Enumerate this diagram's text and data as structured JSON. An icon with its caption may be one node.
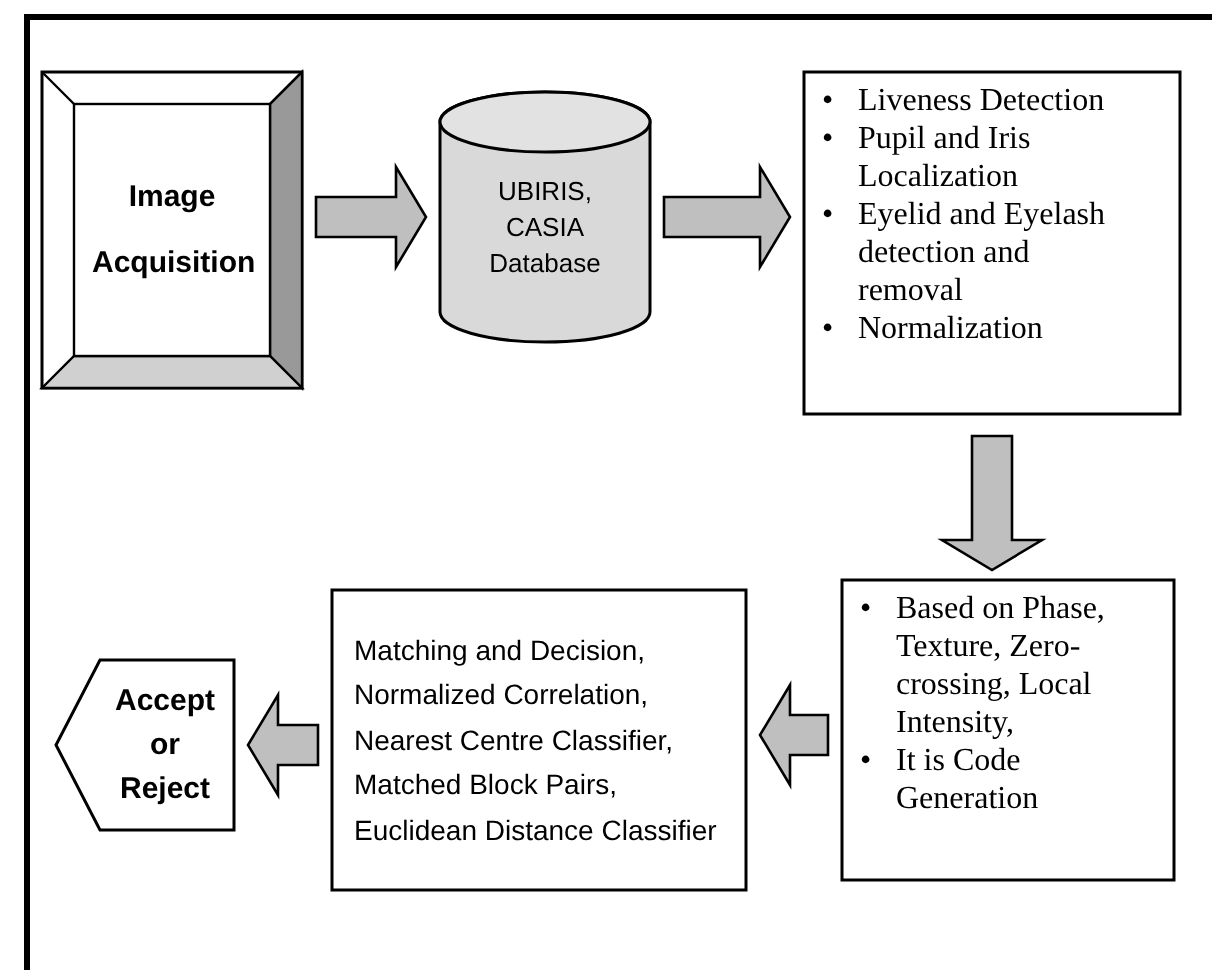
{
  "diagram": {
    "nodes": [
      {
        "text": [
          "Image Acquisition"
        ]
      },
      {
        "text": [
          "UBIRIS, CASIA Database"
        ]
      },
      {
        "text": [
          "• Liveness Detection",
          "• Pupil and Iris Localization",
          "• Eyelid and Eyelash detection and removal",
          "• Normalization"
        ]
      },
      {
        "text": [
          "• Based on Phase, Texture, Zero-crossing, Local Intensity,",
          "• It is Code Generation"
        ]
      },
      {
        "text": [
          "Matching and Decision, Normalized Correlation, Nearest Centre Classifier, Matched Block Pairs, Euclidean Distance Classifier"
        ]
      },
      {
        "text": [
          "Accept or Reject"
        ]
      }
    ],
    "edges": [
      {
        "from": 0,
        "to": 1,
        "arrow": "to"
      },
      {
        "from": 1,
        "to": 2,
        "arrow": "to"
      },
      {
        "from": 2,
        "to": 3,
        "arrow": "to"
      },
      {
        "from": 3,
        "to": 4,
        "arrow": "to"
      },
      {
        "from": 4,
        "to": 5,
        "arrow": "to"
      }
    ]
  }
}
